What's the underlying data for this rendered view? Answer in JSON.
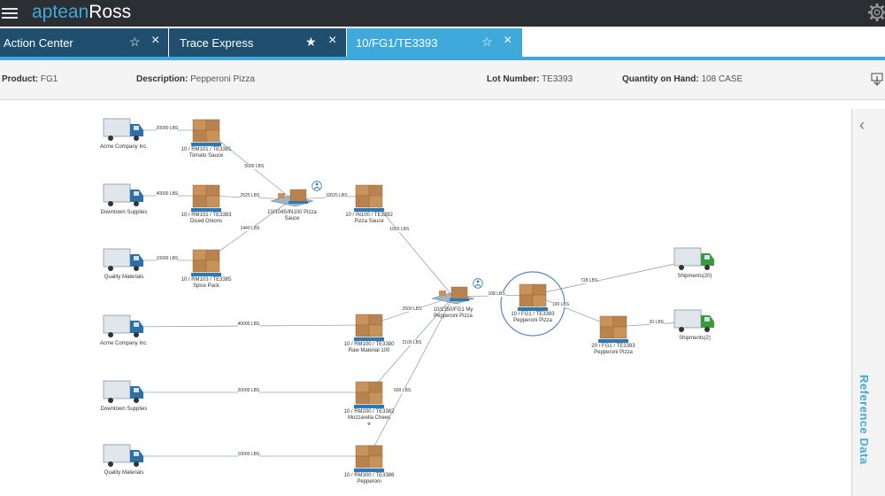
{
  "app": {
    "brand_part1": "aptean",
    "brand_part2": "Ross"
  },
  "tabs": [
    {
      "label": "Action Center"
    },
    {
      "label": "Trace Express"
    },
    {
      "label": "10/FG1/TE3393"
    }
  ],
  "info": {
    "product_label": "Product:",
    "product_value": "FG1",
    "description_label": "Description:",
    "description_value": "Pepperoni Pizza",
    "lot_label": "Lot Number:",
    "lot_value": "TE3393",
    "qty_label": "Quantity on Hand:",
    "qty_value": "108 CASE"
  },
  "sidebar": {
    "reference_label": "Reference Data"
  },
  "colors": {
    "accent": "#3fa9dc",
    "topbar": "#2b2e33",
    "tab_dark": "#1f4e6e",
    "truck_blue": "#2e6fa5",
    "truck_green": "#3a9a3a",
    "box": "#c8935a",
    "pallet": "#2a7ab8"
  },
  "graph": {
    "suppliers": [
      {
        "label": "Acme Company Inc."
      },
      {
        "label": "Downtown Supplies"
      },
      {
        "label": "Quality Materials"
      },
      {
        "label": "Acme Company Inc."
      },
      {
        "label": "Downtown Supplies"
      },
      {
        "label": "Quality Materials"
      }
    ],
    "lots": [
      {
        "line1": "10 / RM101 / TE3381",
        "line2": "Tomato Sauce"
      },
      {
        "line1": "10 / RM102 / TE3383",
        "line2": "Diced Onions"
      },
      {
        "line1": "10 / RM103 / TE3385",
        "line2": "Spice Pack"
      },
      {
        "line1": "10 / IN100 / TE3392",
        "line2": "Pizza Sauce"
      },
      {
        "line1": "10 / RM100 / TE3380",
        "line2": "Raw Material 100"
      },
      {
        "line1": "10 / RM200 / TE3382",
        "line2": "Mozzarella Chees",
        "line3": "e"
      },
      {
        "line1": "10 / RM300 / TE3386",
        "line2": "Pepperoni"
      },
      {
        "line1": "10 / FG1 / TE3393",
        "line2": "Pepperoni Pizza"
      },
      {
        "line1": "20 / FG1 / TE3393",
        "line2": "Pepperoni Pizza"
      }
    ],
    "batches": [
      {
        "line1": "10/1045/IN100 Pizza",
        "line2": "Sauce"
      },
      {
        "line1": "10/1350/FG1 My",
        "line2": "Pepperoni Pizza"
      }
    ],
    "shipments": [
      {
        "label": "Shipments(20)"
      },
      {
        "label": "Shipments(2)"
      }
    ],
    "edges": [
      {
        "label": "20000 LBS"
      },
      {
        "label": "5000 LBS"
      },
      {
        "label": "40000 LBS"
      },
      {
        "label": "2525 LBS"
      },
      {
        "label": "10000 LBS"
      },
      {
        "label": "1440 LBS"
      },
      {
        "label": "10025 LBS"
      },
      {
        "label": "1000 LBS"
      },
      {
        "label": "40000 LBS"
      },
      {
        "label": "2500 LBS"
      },
      {
        "label": "20000 LBS"
      },
      {
        "label": "2100 LBS"
      },
      {
        "label": "10000 LBS"
      },
      {
        "label": "500 LBS"
      },
      {
        "label": "108 LBS"
      },
      {
        "label": "728 LBS"
      },
      {
        "label": "100 LBS"
      },
      {
        "label": "20 LBS"
      }
    ]
  }
}
